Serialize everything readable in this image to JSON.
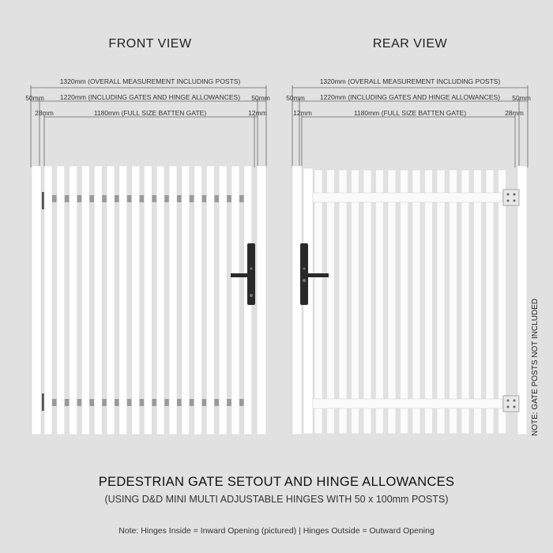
{
  "front": {
    "title": "FRONT VIEW",
    "dim_overall": "1320mm (OVERALL MEASUREMENT INCLUDING POSTS)",
    "dim_gates": "1220mm (INCLUDING GATES AND HINGE ALLOWANCES)",
    "dim_batten": "1180mm (FULL SIZE BATTEN GATE)",
    "left_post": "50mm",
    "right_post": "50mm",
    "left_gap": "28mm",
    "right_gap": "12mm"
  },
  "rear": {
    "title": "REAR VIEW",
    "dim_overall": "1320mm (OVERALL MEASUREMENT INCLUDING POSTS)",
    "dim_gates": "1220mm (INCLUDING GATES AND HINGE ALLOWANCES)",
    "dim_batten": "1180mm (FULL SIZE BATTEN GATE)",
    "left_post": "50mm",
    "right_post": "50mm",
    "left_gap": "12mm",
    "right_gap": "28mm",
    "side_note": "NOTE:  GATE POSTS NOT INCLUDED"
  },
  "footer": {
    "heading": "PEDESTRIAN GATE SETOUT AND HINGE ALLOWANCES",
    "subheading": "(USING D&D MINI MULTI ADJUSTABLE HINGES WITH 50 x 100mm POSTS)",
    "note": "Note: Hinges Inside = Inward Opening (pictured) | Hinges Outside = Outward Opening"
  },
  "colors": {
    "background": "#e1e1e1",
    "gate": "#ffffff",
    "hardware": "#2a2a2a",
    "rail": "#9a9a9a"
  }
}
